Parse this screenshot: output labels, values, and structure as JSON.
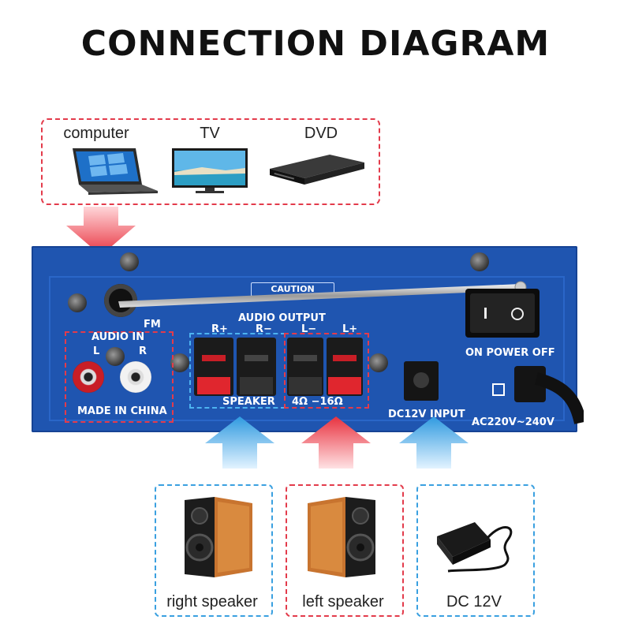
{
  "title": "CONNECTION DIAGRAM",
  "sources": [
    {
      "label": "computer",
      "icon": "laptop-icon"
    },
    {
      "label": "TV",
      "icon": "tv-icon"
    },
    {
      "label": "DVD",
      "icon": "dvd-player-icon"
    }
  ],
  "panel": {
    "caution": "CAUTION",
    "fm": "FM",
    "audio_in": "AUDIO IN",
    "audio_in_left": "L",
    "audio_in_right": "R",
    "made_in": "MADE  IN CHINA",
    "audio_output": "AUDIO OUTPUT",
    "terminal_labels": [
      "R+",
      "R−",
      "L−",
      "L+"
    ],
    "speaker": "SPEAKER",
    "impedance": "4Ω  −16Ω",
    "switch_label": "ON POWER OFF",
    "dc_input": "DC12V INPUT",
    "ac_input": "AC220V~240V"
  },
  "destinations": [
    {
      "label": "right speaker",
      "icon": "speaker-icon"
    },
    {
      "label": "left speaker",
      "icon": "speaker-icon"
    },
    {
      "label": "DC 12V",
      "icon": "power-adapter-icon"
    }
  ],
  "colors": {
    "red": "#e33b4b",
    "blue": "#3aa0e0",
    "panel": "#1f55b0"
  }
}
